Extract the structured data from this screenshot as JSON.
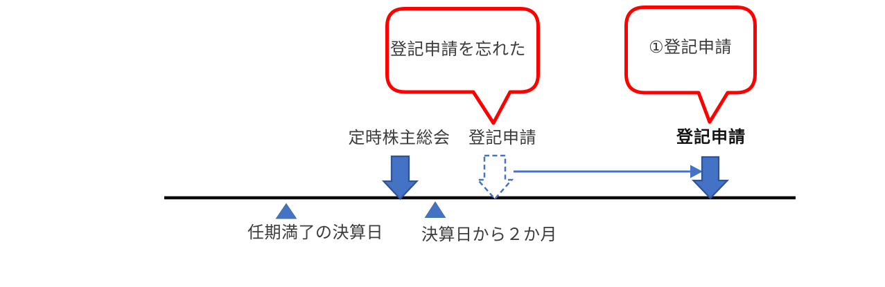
{
  "callouts": {
    "forgot": {
      "text": "登記申請を忘れた"
    },
    "step1": {
      "text": "①登記申請"
    }
  },
  "events_above_line": {
    "annual_meeting": {
      "label": "定時株主総会"
    },
    "missed_filing": {
      "label": "登記申請"
    },
    "filing": {
      "label": "登記申請"
    }
  },
  "markers_below_line": {
    "term_end": {
      "label": "任期満了の決算日"
    },
    "two_months": {
      "label": "決算日から２か月"
    }
  },
  "colors": {
    "callout_border": "#ff0000",
    "arrow_fill": "#4472c4",
    "arrow_border": "#2f5496",
    "triangle_fill": "#4472c4",
    "timeline": "#0a0a0a",
    "text": "#3c3c3c"
  }
}
